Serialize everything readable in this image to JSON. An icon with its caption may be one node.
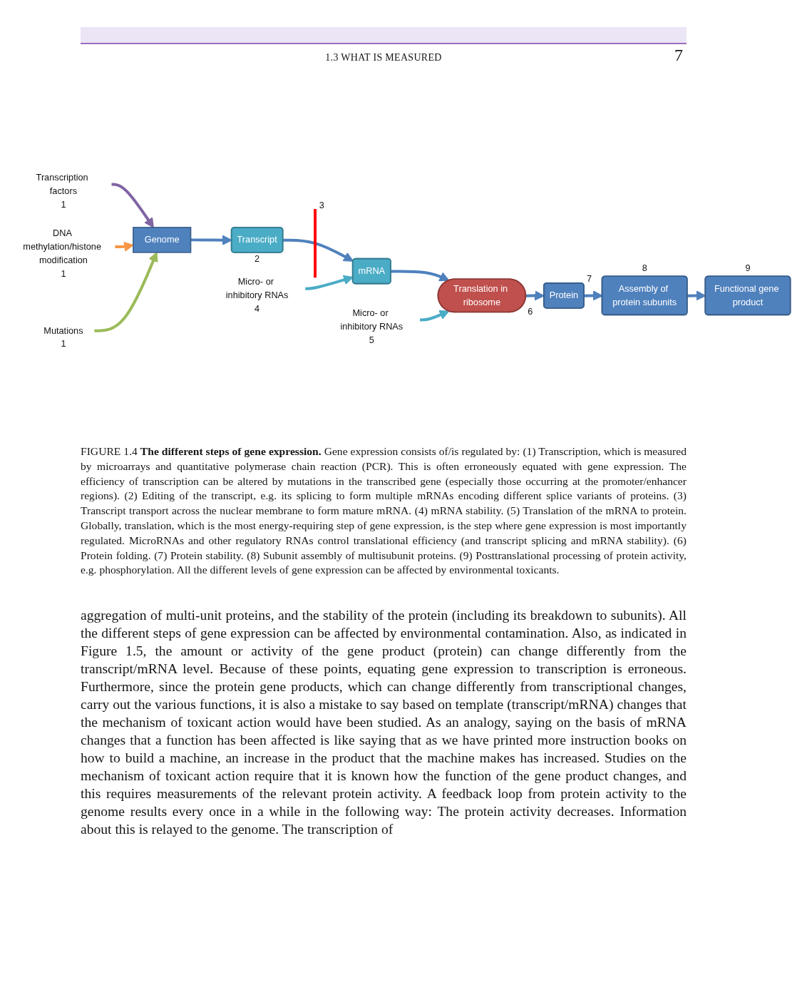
{
  "diagram": {
    "caption": "FIGURE 1.4 **The different steps of gene expression.** Gene expression consists of/is regulated by: (1) Transcription, which is measured by microarrays and quantitative polymerase chain reaction (PCR). This is often erroneously equated with gene expression. The efficiency of transcription can be altered by mutations in the transcribed gene (especially those occurring at the promoter/enhancer regions). (2) Editing of the transcript, e.g. its splicing to form multiple mRNAs encoding different splice variants of proteins. (3) Transcript transport across the nuclear membrane to form mature mRNA. (4) mRNA stability. (5) Translation of the mRNA to protein. Globally, translation, which is the most energy-requiring step of gene expression, is the step where gene expression is most importantly regulated. MicroRNAs and other regulatory RNAs control translational efficiency (and transcript splicing and mRNA stability). (6) Protein folding. (7) Protein stability. (8) Subunit assembly of multisubunit proteins. (9) Posttranslational processing of protein activity, e.g. phosphorylation. All the different levels of gene expression can be affected by environmental toxicants.",
    "nodes": [
      {
        "text": [
          "Transcription factors"
        ],
        "beside": [
          "1"
        ]
      },
      {
        "text": [
          "DNA methylation/histone modification"
        ],
        "beside": [
          "1"
        ]
      },
      {
        "text": [],
        "shape": "bar",
        "beside": [
          "3"
        ]
      },
      {
        "text": [
          "Micro- or inhibitory RNAs"
        ],
        "beside": [
          "4"
        ]
      },
      {
        "text": [
          "Genome"
        ]
      },
      {
        "text": [
          "Transcript"
        ],
        "beside": [
          "2"
        ]
      },
      {
        "text": [
          "mRNA"
        ]
      },
      {
        "text": [
          "Mutations"
        ],
        "beside": [
          "1"
        ]
      },
      {
        "text": [
          "Micro- or inhibitory RNAs"
        ],
        "beside": [
          "5"
        ]
      },
      {
        "text": [
          "Translation in ribosome"
        ],
        "beside": [
          "6"
        ]
      },
      {
        "text": [
          "Functional gene product"
        ],
        "beside": [
          "9"
        ]
      },
      {
        "text": [
          "Assembly of protein subunits"
        ],
        "beside": [
          "8"
        ]
      },
      {
        "text": [
          "Protein"
        ],
        "beside": [
          "7"
        ]
      }
    ],
    "edges": [
      {
        "from": 0,
        "to": 4,
        "arrow": "to",
        "color": "#8064a2"
      },
      {
        "from": 1,
        "to": 4,
        "arrow": "to",
        "color": "#f79646"
      },
      {
        "from": 7,
        "to": 4,
        "arrow": "to",
        "color": "#9bbb59"
      },
      {
        "from": 4,
        "to": 5,
        "arrow": "to"
      },
      {
        "from": 5,
        "to": 6,
        "arrow": "to"
      },
      {
        "from": 3,
        "to": 6,
        "arrow": "to",
        "color": "#4bacc6"
      },
      {
        "from": 6,
        "to": 9,
        "arrow": "to"
      },
      {
        "from": 8,
        "to": 9,
        "arrow": "to",
        "color": "#4bacc6"
      },
      {
        "from": 9,
        "to": 12,
        "arrow": "to"
      },
      {
        "from": 12,
        "to": 11,
        "arrow": "to"
      },
      {
        "from": 11,
        "to": 10,
        "arrow": "to"
      }
    ],
    "labels": [
      "1.3 WHAT IS MEASURED",
      "7",
      "aggregation of multi-unit proteins, and the stability of the protein (including its breakdown to subunits). All the different steps of gene expression can be affected by environmental contamination. Also, as indicated in Figure 1.5, the amount or activity of the gene product (protein) can change differently from the transcript/mRNA level. Because of these points, equating gene expression to transcription is erroneous. Furthermore, since the protein gene products, which can change differently from transcriptional changes, carry out the various functions, it is also a mistake to say based on template (transcript/mRNA) changes that the mechanism of toxicant action would have been studied. As an analogy, saying on the basis of mRNA changes that a function has been affected is like saying that as we have printed more instruction books on how to build a machine, an increase in the product that the machine makes has increased. Studies on the mechanism of toxicant action require that it is known how the function of the gene product changes, and this requires measurements of the relevant protein activity. A feedback loop from protein activity to the genome results every once in a while in the following way: The protein activity decreases. Information about this is relayed to the genome. The transcription of"
    ]
  }
}
